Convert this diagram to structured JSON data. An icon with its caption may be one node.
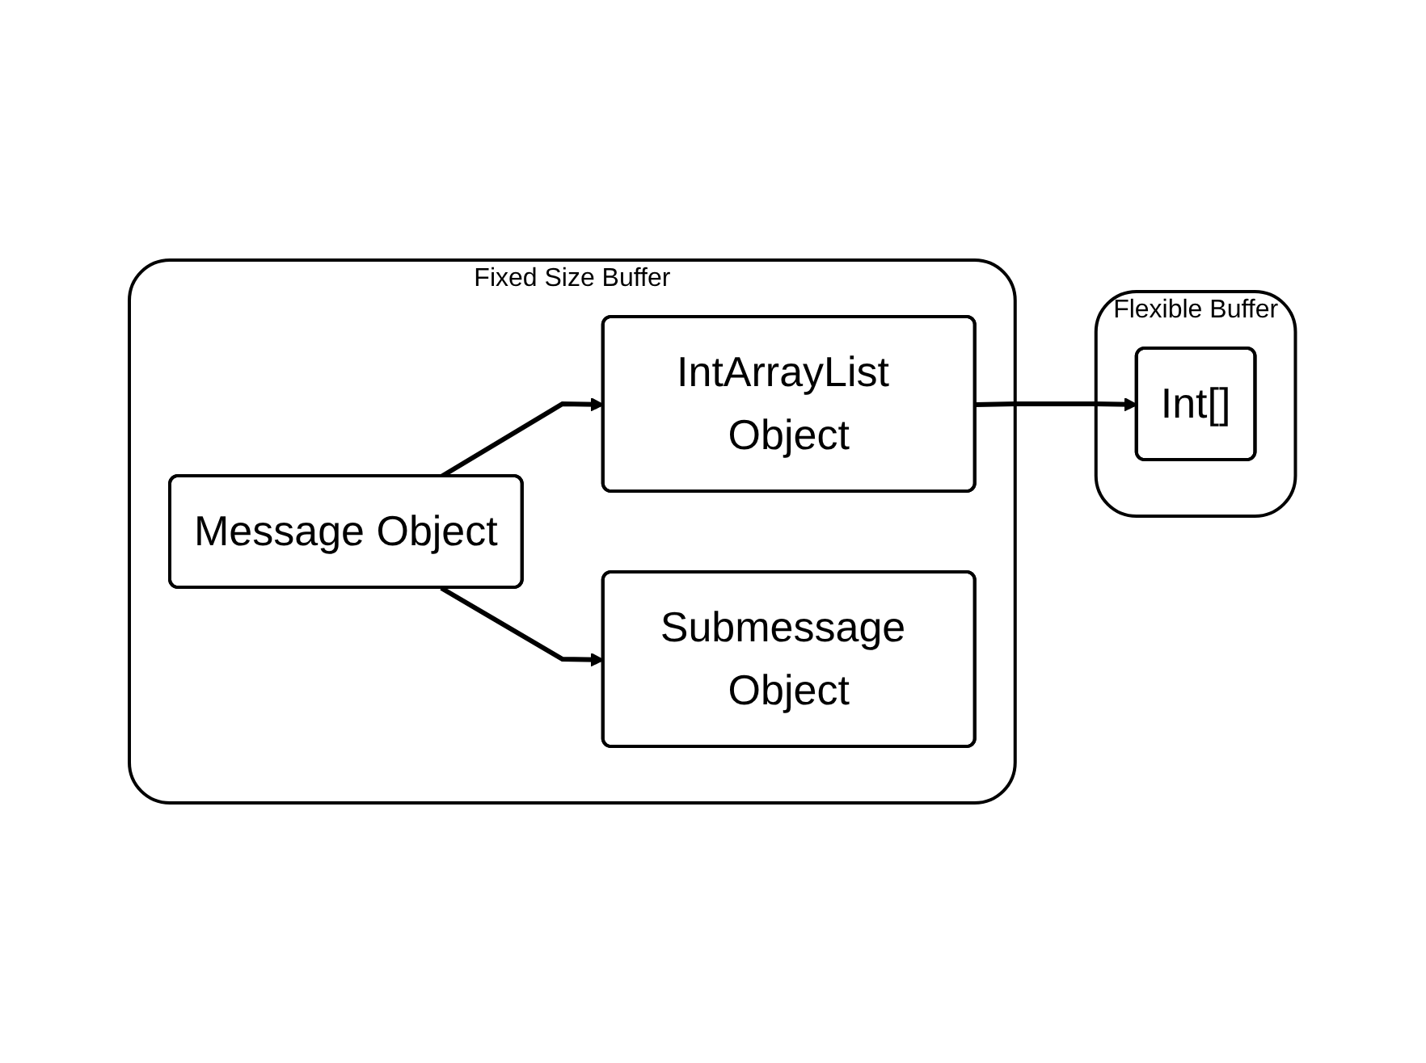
{
  "diagram": {
    "nodes": [
      {
        "text": [
          "Fixed Size Buffer"
        ]
      },
      {
        "text": [
          "IntArrayList Object"
        ],
        "in": 0
      },
      {
        "text": [
          "Submessage Object"
        ],
        "in": 0
      },
      {
        "text": [
          "Message Object"
        ],
        "in": 0
      },
      {
        "text": [
          "Flexible Buffer"
        ]
      },
      {
        "text": [
          "Int[]"
        ],
        "in": 4
      }
    ],
    "edges": [
      {
        "from": 3,
        "to": 1,
        "arrow": "to"
      },
      {
        "from": 3,
        "to": 2,
        "arrow": "to"
      },
      {
        "from": 1,
        "to": 5,
        "arrow": "to"
      }
    ]
  }
}
